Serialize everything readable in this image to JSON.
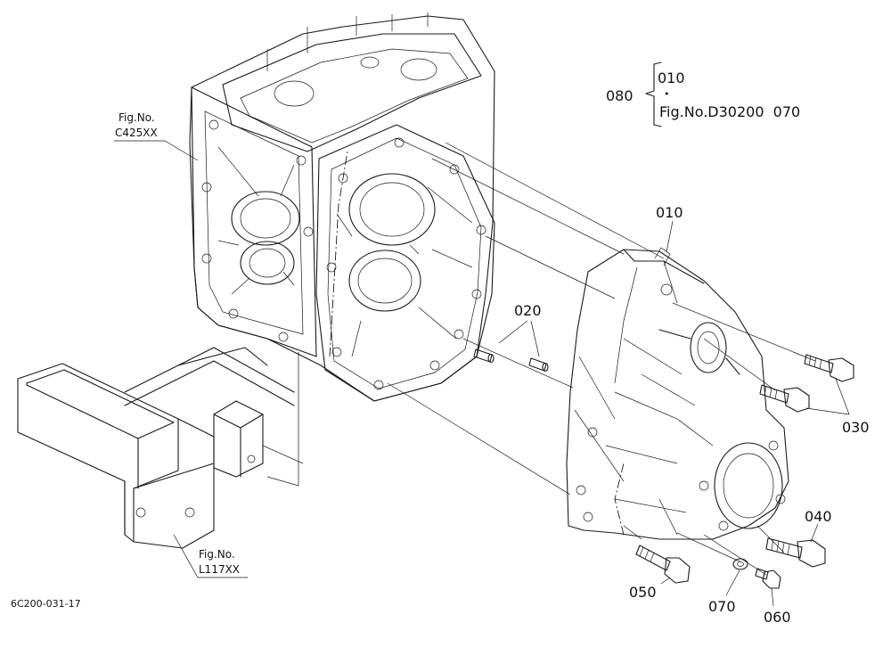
{
  "diagram": {
    "callouts": {
      "bracket_group": "080",
      "bracket_top": "010",
      "bracket_dot": "•",
      "bracket_bottom": "Fig.No.D30200  070",
      "housing": "010",
      "pins": "020",
      "bolts_upper": "030",
      "bolt_right": "040",
      "bolt_bottom": "050",
      "washer": "070",
      "nut": "060"
    },
    "figure_refs": {
      "left_fig_label": "Fig.No.",
      "left_fig_code": "C425XX",
      "bottom_fig_label": "Fig.No.",
      "bottom_fig_code": "L117XX"
    },
    "drawing_code": "6C200-031-17"
  }
}
